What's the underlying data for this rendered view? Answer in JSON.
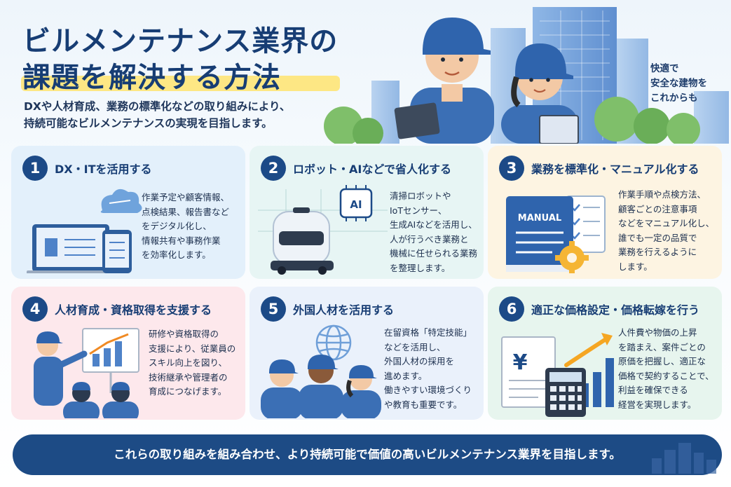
{
  "header": {
    "title_line1": "ビルメンテナンス業界の",
    "title_line2": "課題を解決する方法",
    "subtitle_line1": "DXや人材育成、業務の標準化などの取り組みにより、",
    "subtitle_line2": "持続可能なビルメンテナンスの実現を目指します。",
    "tagline": [
      "快適で",
      "安全な建物を",
      "これからも"
    ]
  },
  "cards": [
    {
      "number": "1",
      "title": "DX・ITを活用する",
      "body": [
        "作業予定や顧客情報、",
        "点検結果、報告書など",
        "をデジタル化し、",
        "情報共有や事務作業",
        "を効率化します。"
      ]
    },
    {
      "number": "2",
      "title": "ロボット・AIなどで省人化する",
      "body": [
        "清掃ロボットや",
        "IoTセンサー、",
        "生成AIなどを活用し、",
        "人が行うべき業務と",
        "機械に任せられる業務",
        "を整理します。"
      ]
    },
    {
      "number": "3",
      "title": "業務を標準化・マニュアル化する",
      "body": [
        "作業手順や点検方法、",
        "顧客ごとの注意事項",
        "などをマニュアル化し、",
        "誰でも一定の品質で",
        "業務を行えるように",
        "します。"
      ]
    },
    {
      "number": "4",
      "title": "人材育成・資格取得を支援する",
      "body": [
        "研修や資格取得の",
        "支援により、従業員の",
        "スキル向上を図り、",
        "技術継承や管理者の",
        "育成につなげます。"
      ]
    },
    {
      "number": "5",
      "title": "外国人材を活用する",
      "body": [
        "在留資格「特定技能」",
        "などを活用し、",
        "外国人材の採用を",
        "進めます。",
        "働きやすい環境づくり",
        "や教育も重要です。"
      ]
    },
    {
      "number": "6",
      "title": "適正な価格設定・価格転嫁を行う",
      "body": [
        "人件費や物価の上昇",
        "を踏まえ、案件ごとの",
        "原価を把握し、適正な",
        "価格で契約することで、",
        "利益を確保できる",
        "経営を実現します。"
      ]
    }
  ],
  "illustration_text": {
    "ai_chip": "AI",
    "manual": "MANUAL",
    "yen": "¥"
  },
  "footer": {
    "text": "これらの取り組みを組み合わせ、より持続可能で価値の高いビルメンテナンス業界を目指します。"
  },
  "colors": {
    "primary": "#1c4a87",
    "title": "#173d74",
    "highlight": "#ffe46e",
    "accent_orange": "#f5a623"
  }
}
